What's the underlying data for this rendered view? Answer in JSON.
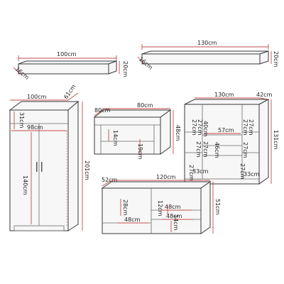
{
  "colors": {
    "outline": "#3a3a3a",
    "dimension_line": "#c44b4b",
    "background": "#ffffff"
  },
  "shelf_100": {
    "width": "100cm",
    "height": "20cm",
    "depth": "16cm"
  },
  "shelf_130": {
    "width": "130cm",
    "height": "20cm",
    "depth": "16cm"
  },
  "wardrobe": {
    "width": "100cm",
    "depth": "61cm",
    "top_compartment": "31cm",
    "inner_width": "98cm",
    "inner_height": "140cm",
    "height": "201cm"
  },
  "coffee_table": {
    "depth": "80cm",
    "width": "80cm",
    "height": "48cm",
    "shelf_height": "14cm",
    "leg_gap": "19cm"
  },
  "display_cabinet": {
    "width": "130cm",
    "depth": "42cm",
    "height": "131cm",
    "labels": [
      "27cm",
      "27cm",
      "27cm",
      "27cm",
      "57cm",
      "40cm",
      "27cm",
      "27cm",
      "46cm",
      "27cm",
      "27cm",
      "33cm",
      "27cm",
      "33cm"
    ]
  },
  "tv_stand": {
    "depth": "52cm",
    "width": "120cm",
    "height": "51cm",
    "niche_height": "28cm",
    "niche_width": "48cm",
    "drawer_width": "48cm",
    "drawer_height": "12cm",
    "bottom_height": "14cm",
    "bottom_width": "48cm"
  }
}
